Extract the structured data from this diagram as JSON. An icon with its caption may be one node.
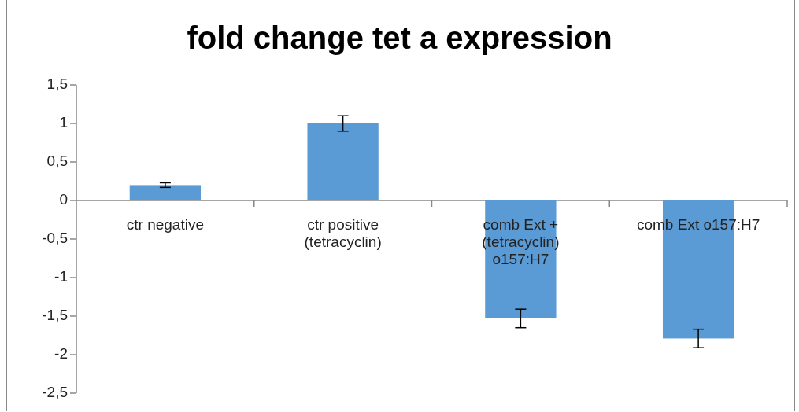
{
  "diagram": {
    "title": "fold change tet a expression",
    "chart_data": {
      "type": "bar",
      "categories": [
        "ctr negative",
        "ctr positive (tetracyclin)",
        "comb Ext + (tetracyclin) o157:H7",
        "comb Ext o157:H7"
      ],
      "series": [
        {
          "color": "#5b9bd5",
          "values": [
            0.2,
            1.0,
            -1.53,
            -1.79
          ],
          "errors": [
            0.03,
            0.1,
            0.12,
            0.12
          ]
        }
      ],
      "ylim": [
        -2.5,
        1.5
      ],
      "yticks": [
        {
          "value": 1.5,
          "label": "1,5"
        },
        {
          "value": 1,
          "label": "1"
        },
        {
          "value": 0.5,
          "label": "0,5"
        },
        {
          "value": 0,
          "label": "0"
        },
        {
          "value": -0.5,
          "label": "-0,5"
        },
        {
          "value": -1,
          "label": "-1"
        },
        {
          "value": -1.5,
          "label": "-1,5"
        },
        {
          "value": -2,
          "label": "-2"
        },
        {
          "value": -2.5,
          "label": "-2,5"
        }
      ]
    }
  }
}
